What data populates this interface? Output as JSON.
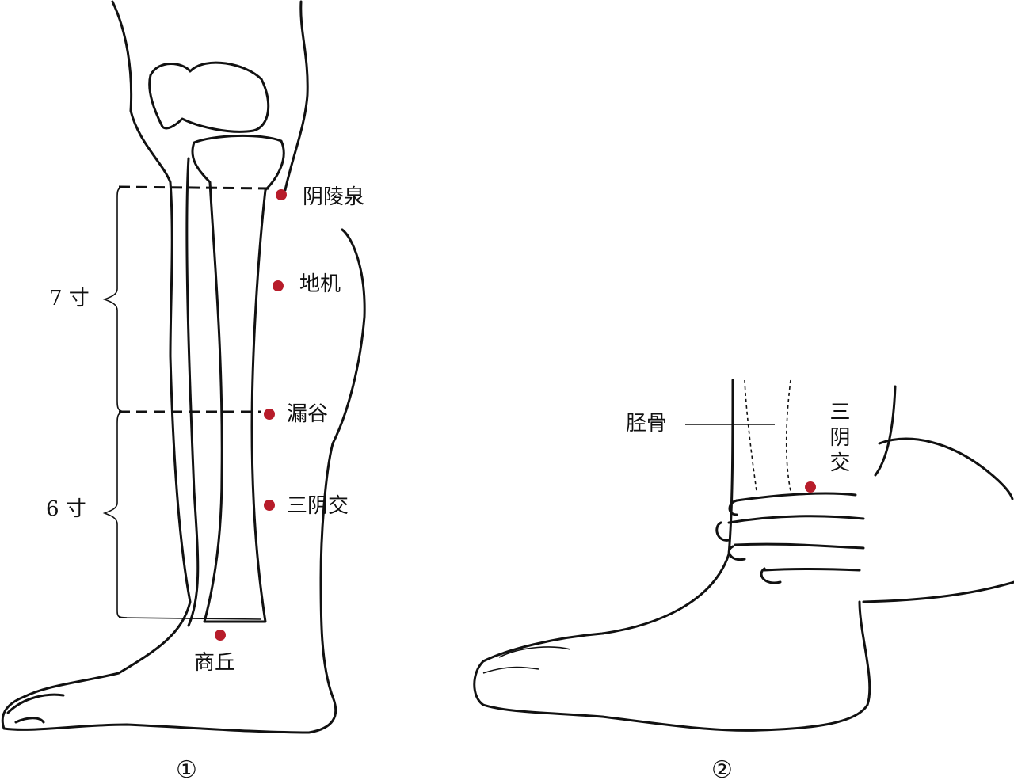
{
  "colors": {
    "acupoint": "#b71c2a",
    "line": "#111111"
  },
  "figure1": {
    "caption": "①",
    "points": [
      {
        "label": "阴陵泉"
      },
      {
        "label": "地机"
      },
      {
        "label": "漏谷"
      },
      {
        "label": "三阴交"
      },
      {
        "label": "商丘"
      }
    ],
    "measures": [
      {
        "label": "7 寸"
      },
      {
        "label": "6 寸"
      }
    ]
  },
  "figure2": {
    "caption": "②",
    "bone_label": "胫骨",
    "point_label": "三阴交"
  }
}
